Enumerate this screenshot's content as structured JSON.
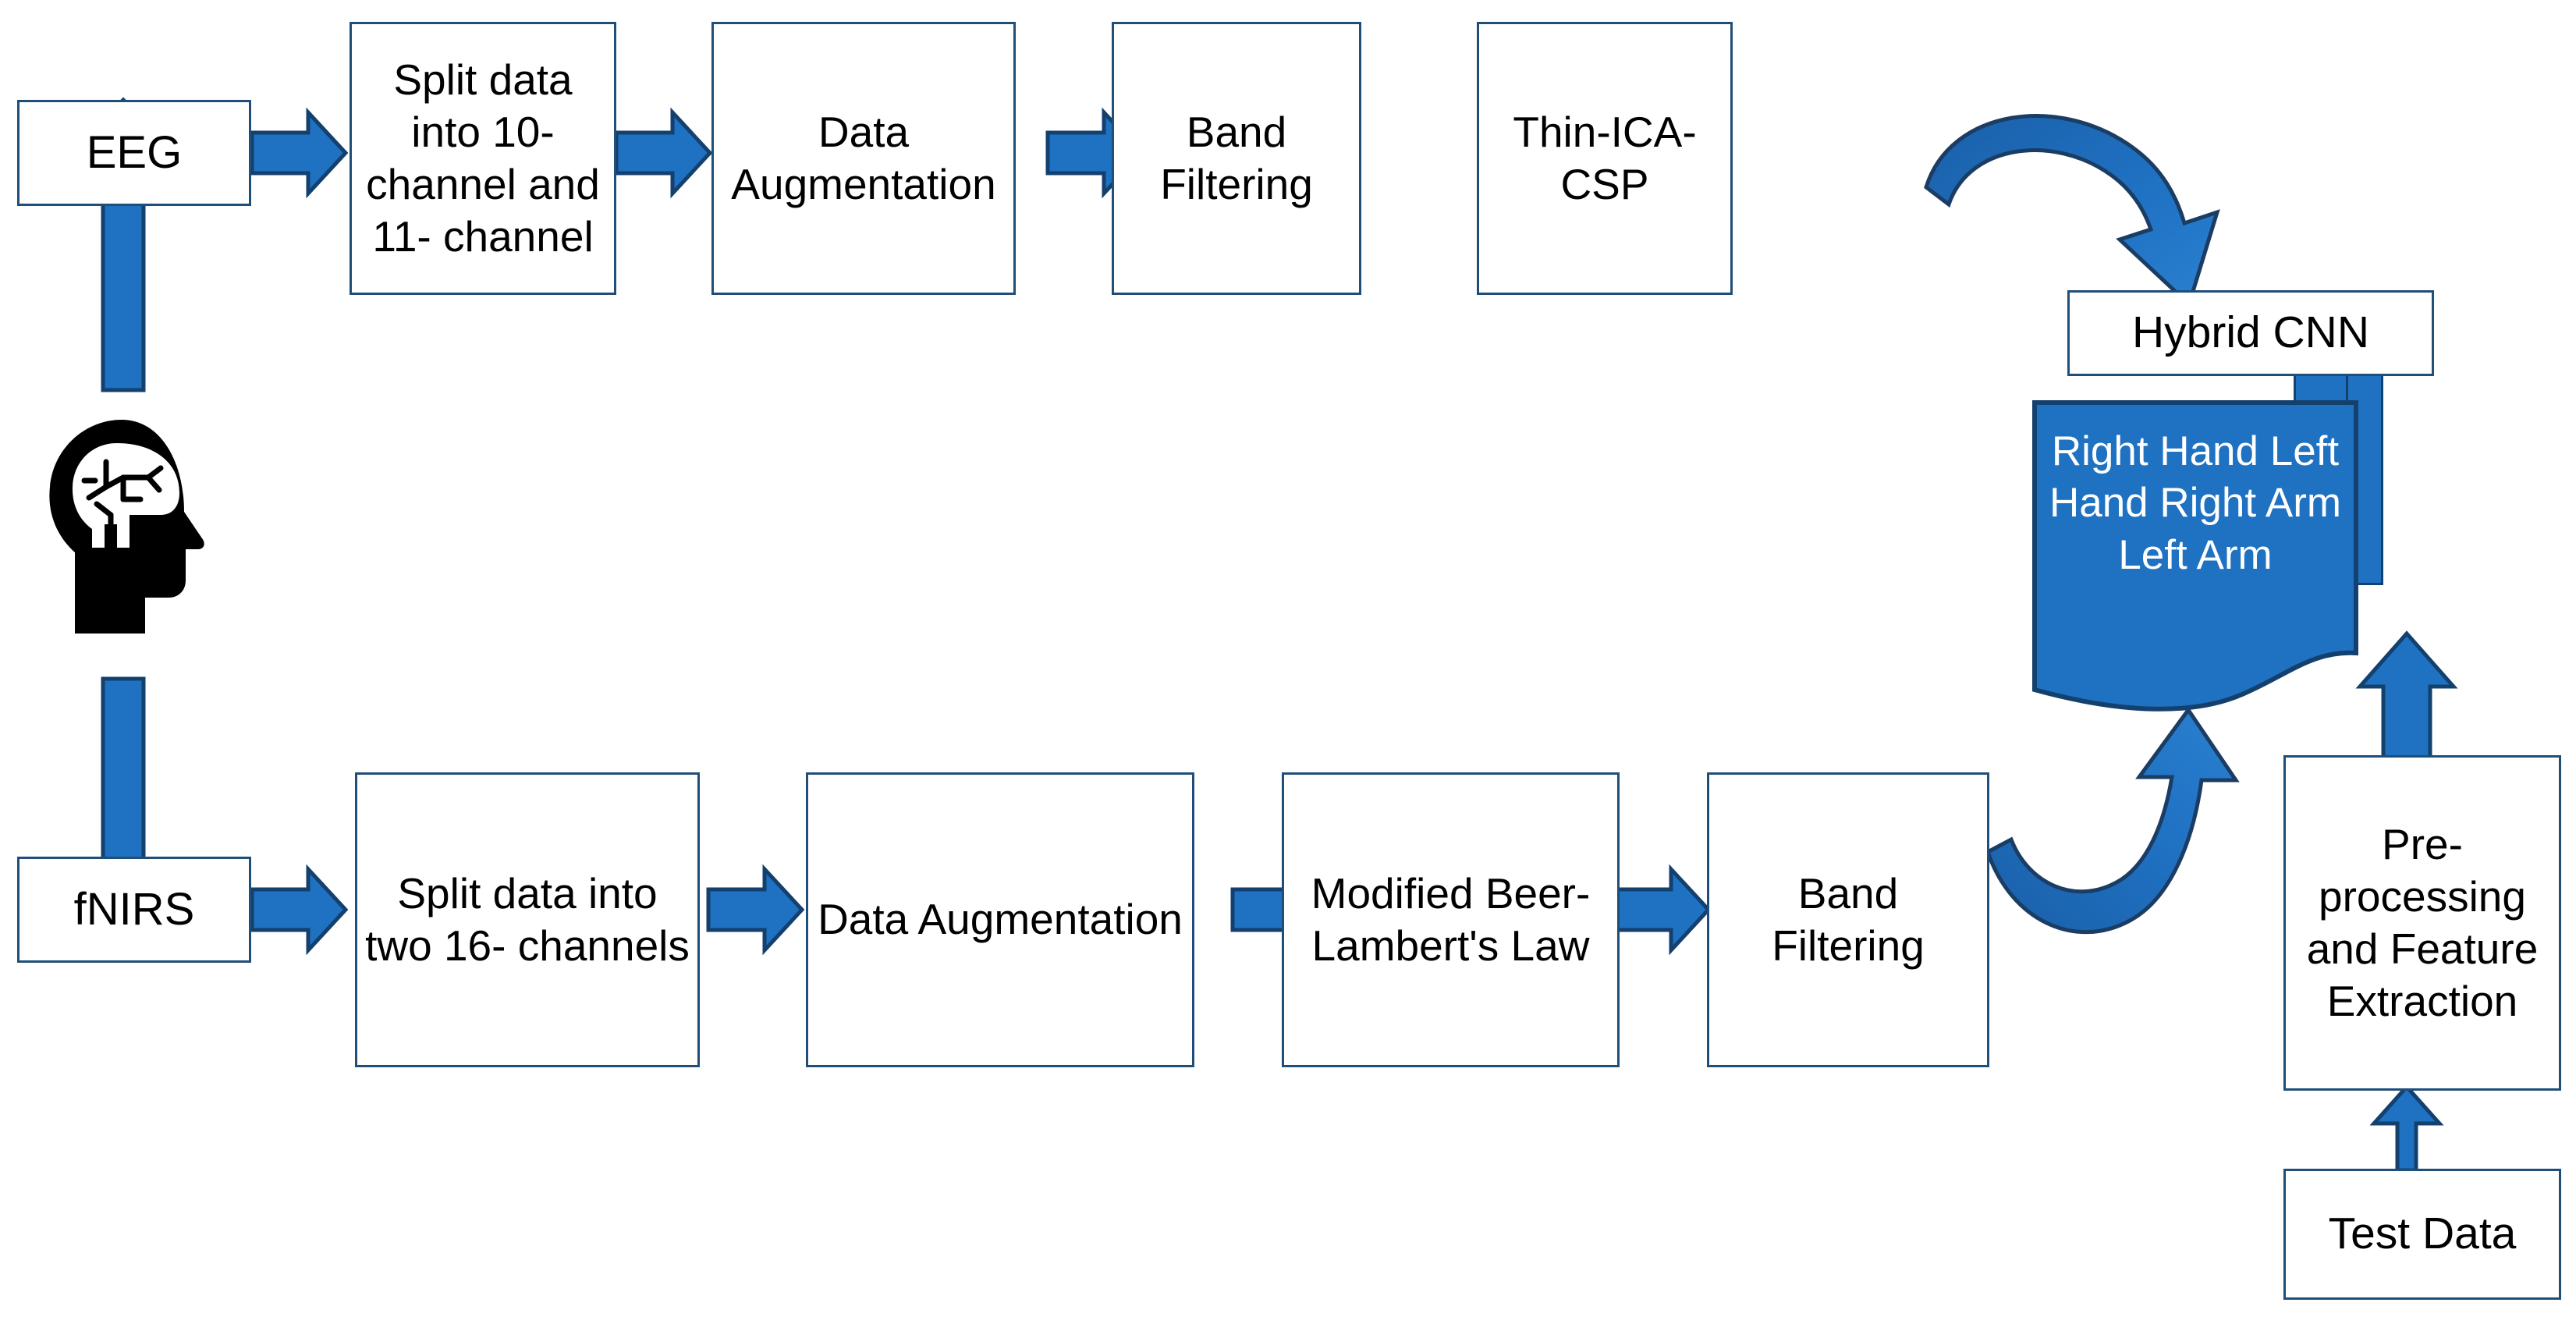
{
  "diagram": {
    "title": "EEG and fNIRS hybrid CNN classification pipeline",
    "colors": {
      "box_border": "#1F4E79",
      "arrow_fill": "#1F71C2",
      "arrow_outline": "#14406E",
      "panel_fill": "#1F71C2",
      "panel_text": "#FFFFFF",
      "box_text": "#000000",
      "background": "#FFFFFF",
      "icon_fill": "#000000"
    },
    "eeg_branch": {
      "source_label": "EEG",
      "steps": [
        {
          "label": "Split data into 10- channel and 11- channel"
        },
        {
          "label": "Data Augmentation"
        },
        {
          "label": "Band Filtering"
        },
        {
          "label": "Thin-ICA-CSP"
        }
      ]
    },
    "fnirs_branch": {
      "source_label": "fNIRS",
      "steps": [
        {
          "label": "Split data into two 16- channels"
        },
        {
          "label": "Data Augmentation"
        },
        {
          "label": "Modified Beer-Lambert's Law"
        },
        {
          "label": "Band Filtering"
        }
      ]
    },
    "subject": {
      "icon_label": "brain-head-icon"
    },
    "classifier": {
      "model_label": "Hybrid CNN",
      "output_classes": "Right Hand\nLeft Hand\nRight Arm\nLeft Arm",
      "classes_list": [
        "Right Hand",
        "Left Hand",
        "Right Arm",
        "Left Arm"
      ]
    },
    "test_path": {
      "feature_label": "Pre-processing and Feature Extraction",
      "test_data_label": "Test Data"
    },
    "connectors": {
      "eeg_source_up_arrow": "up-arrow-icon",
      "fnirs_source_down_arrow": "down-arrow-icon",
      "eeg_to_split_arrow": "right-arrow-icon",
      "split_to_aug_arrow": "right-arrow-icon",
      "aug_to_band_arrow": "right-arrow-icon",
      "band_to_ica_arrow": "right-arrow-icon",
      "ica_to_cnn_curve": "curved-down-arrow-icon",
      "fnirs_to_split_arrow": "right-arrow-icon",
      "split2_to_aug2_arrow": "right-arrow-icon",
      "aug2_to_mbll_arrow": "right-arrow-icon",
      "mbll_to_band2_arrow": "right-arrow-icon",
      "band2_to_cnn_curve": "curved-up-arrow-icon",
      "feature_to_cnn_arrow": "up-arrow-icon",
      "testdata_to_feature_arrow": "up-arrow-icon"
    }
  }
}
